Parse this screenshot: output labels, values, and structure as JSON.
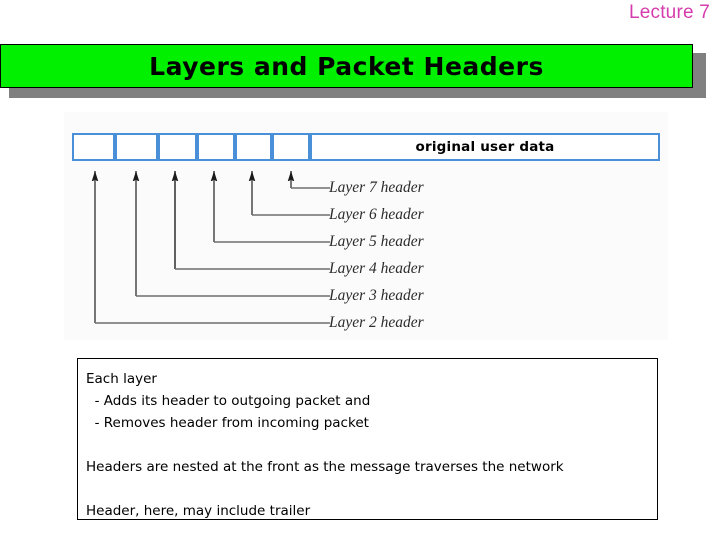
{
  "header": {
    "lecture_label": "Lecture 7",
    "lecture_color": "#d63cad"
  },
  "title": {
    "text": "Layers and Packet Headers",
    "background_color": "#00f000",
    "shadow_color": "#808080",
    "text_color": "#000000"
  },
  "diagram": {
    "panel_background": "#fbfbfb",
    "cell_border_color": "#4a90d9",
    "data_cell_label": "original user data",
    "header_cells_count": 6,
    "labels": [
      {
        "text": "Layer 7 header"
      },
      {
        "text": "Layer 6 header"
      },
      {
        "text": "Layer 5 header"
      },
      {
        "text": "Layer 4 header"
      },
      {
        "text": "Layer 3 header"
      },
      {
        "text": "Layer 2 header"
      }
    ]
  },
  "notes": {
    "lines": [
      "Each layer",
      "  - Adds its header to outgoing packet and",
      "  - Removes header from incoming packet",
      "",
      "Headers are nested at the front as the message traverses the network",
      "",
      "Header, here, may include trailer"
    ]
  }
}
